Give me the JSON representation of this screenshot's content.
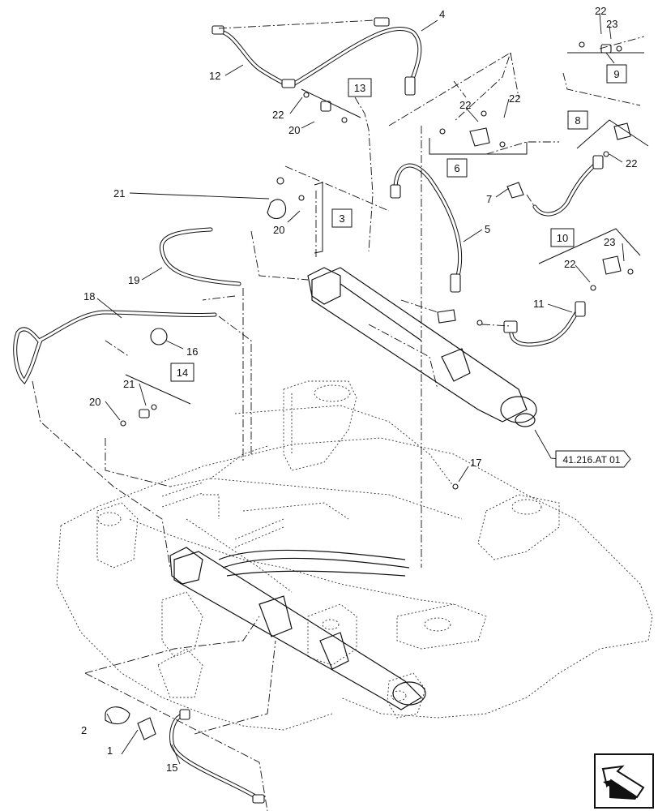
{
  "callouts": [
    {
      "id": "c1",
      "text": "1"
    },
    {
      "id": "c2",
      "text": "2"
    },
    {
      "id": "c4",
      "text": "4"
    },
    {
      "id": "c5",
      "text": "5"
    },
    {
      "id": "c7",
      "text": "7"
    },
    {
      "id": "c11",
      "text": "11"
    },
    {
      "id": "c12",
      "text": "12"
    },
    {
      "id": "c15",
      "text": "15"
    },
    {
      "id": "c16",
      "text": "16"
    },
    {
      "id": "c17",
      "text": "17"
    },
    {
      "id": "c18",
      "text": "18"
    },
    {
      "id": "c19",
      "text": "19"
    },
    {
      "id": "c20a",
      "text": "20"
    },
    {
      "id": "c20b",
      "text": "20"
    },
    {
      "id": "c20c",
      "text": "20"
    },
    {
      "id": "c21a",
      "text": "21"
    },
    {
      "id": "c21b",
      "text": "21"
    },
    {
      "id": "c22a",
      "text": "22"
    },
    {
      "id": "c22b",
      "text": "22"
    },
    {
      "id": "c22c",
      "text": "22"
    },
    {
      "id": "c22d",
      "text": "22"
    },
    {
      "id": "c22e",
      "text": "22"
    },
    {
      "id": "c22f",
      "text": "22"
    },
    {
      "id": "c23a",
      "text": "23"
    },
    {
      "id": "c23b",
      "text": "23"
    }
  ],
  "boxed_callouts": [
    {
      "id": "b3",
      "text": "3"
    },
    {
      "id": "b6",
      "text": "6"
    },
    {
      "id": "b8",
      "text": "8"
    },
    {
      "id": "b9",
      "text": "9"
    },
    {
      "id": "b10",
      "text": "10"
    },
    {
      "id": "b13",
      "text": "13"
    },
    {
      "id": "b14",
      "text": "14"
    }
  ],
  "reference": {
    "text": "41.216.AT 01"
  },
  "nav_icon": "view-direction-arrow-icon"
}
